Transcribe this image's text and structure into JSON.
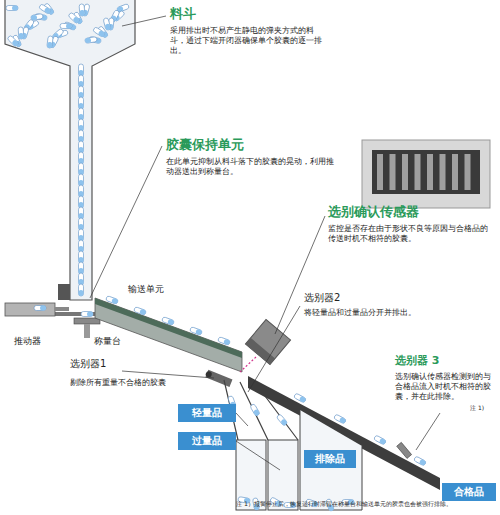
{
  "diagram": {
    "nodes": [
      {
        "text": [
          "轻量品"
        ]
      },
      {
        "text": [
          "过量品"
        ]
      },
      {
        "text": [
          "排除品"
        ]
      },
      {
        "text": [
          "合格品"
        ]
      }
    ],
    "labels": [
      "料斗",
      "采用排出时不易产生静电的弹夹方式的料斗，通过下端开闭器确保单个胶囊的逐一排出。",
      "胶囊保持单元",
      "在此单元抑制从料斗落下的胶囊的晃动，利用推动器送出到称量台。",
      "输送单元",
      "推动器",
      "称量台",
      "选别确认传感器",
      "监控是否存在由于形状不良等原因与合格品的传送时机不相符的胶囊。",
      "选别器2",
      "将轻量品和过量品分开并排出。",
      "选别器1",
      "剔除所有重量不合格的胶囊",
      "选别器 3",
      "选别确认传感器检测到的与合格品流入时机不相符的胶囊，并在此排除。",
      "注 1)",
      "注 1）报警停止后，恢复运行时滞留在称量台和输送单元的胶囊也会被强行排除。"
    ]
  }
}
